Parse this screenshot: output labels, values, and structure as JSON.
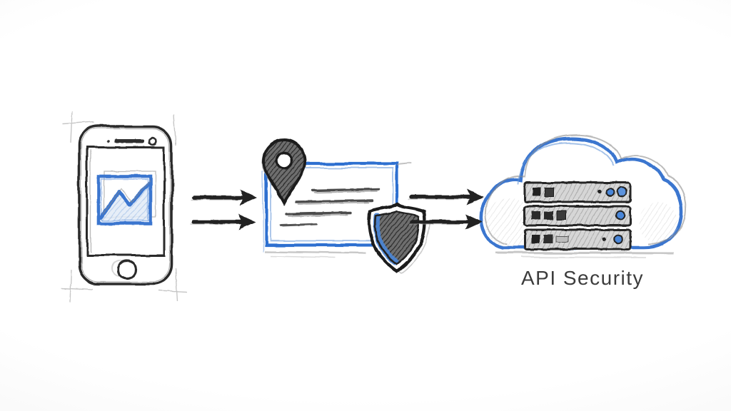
{
  "diagram": {
    "type": "hand-drawn-sketch-flow",
    "label": "API Security",
    "nodes": [
      {
        "id": "smartphone",
        "icon": "smartphone-icon",
        "screen_icon": "analytics-chart-icon"
      },
      {
        "id": "data-card",
        "icon": "document-card-icon",
        "overlays": [
          "location-pin-icon",
          "shield-icon"
        ],
        "text_line_count": 4
      },
      {
        "id": "cloud-servers",
        "icon": "cloud-icon",
        "contains": [
          "server-rack-icon",
          "server-rack-icon",
          "server-rack-icon"
        ],
        "label": "API Security"
      }
    ],
    "connections": [
      {
        "from": "smartphone",
        "to": "data-card",
        "style": "double-right-arrow"
      },
      {
        "from": "data-card",
        "to": "cloud-servers",
        "style": "double-right-arrow"
      }
    ]
  },
  "colors": {
    "background": "#ffffff",
    "accent_blue": "#3b76cf",
    "shield_blue": "#4a86d8",
    "sketch_dark": "#2b2b2b",
    "sketch_gray": "#8c8c8c",
    "label_text": "#3c3c3c"
  }
}
